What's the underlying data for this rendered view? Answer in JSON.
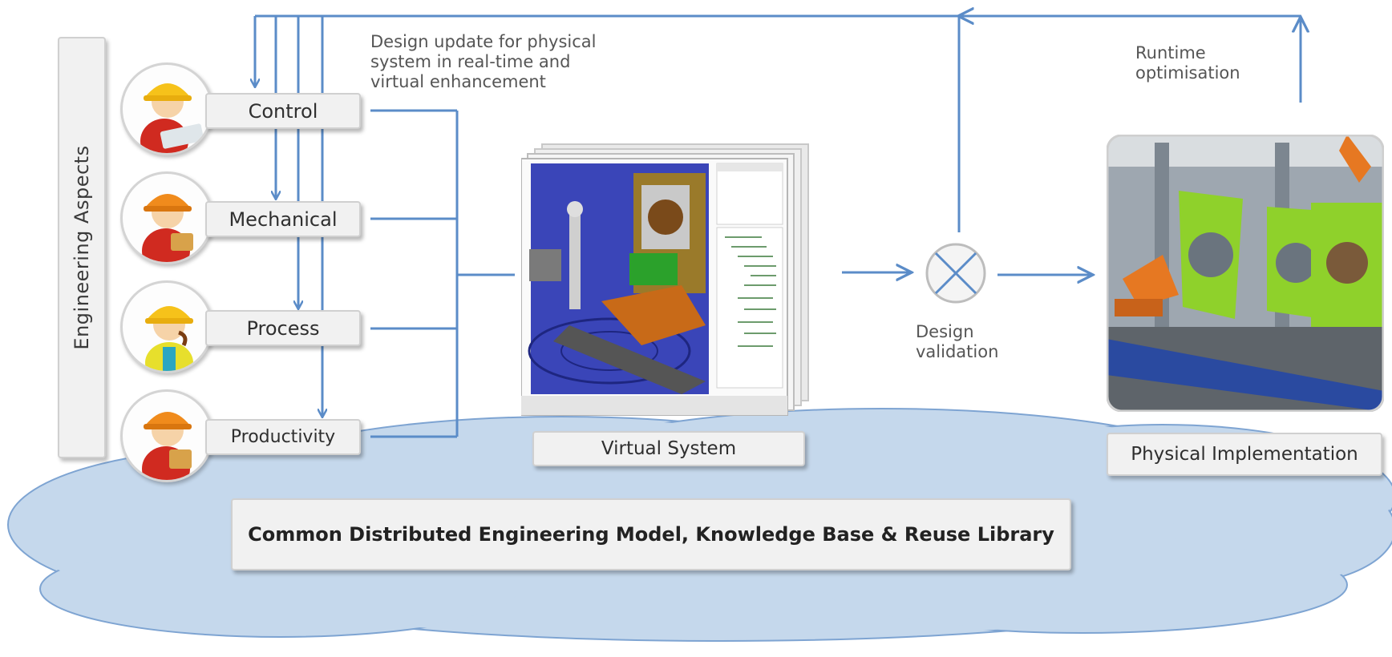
{
  "side_label": "Engineering Aspects",
  "aspects": [
    {
      "label": "Control"
    },
    {
      "label": "Mechanical"
    },
    {
      "label": "Process"
    },
    {
      "label": "Productivity"
    }
  ],
  "notes": {
    "design_update": [
      "Design update for physical",
      "system in real-time and",
      "virtual enhancement"
    ],
    "runtime": [
      "Runtime",
      "optimisation"
    ],
    "validation": [
      "Design",
      "validation"
    ]
  },
  "virtual_system_label": "Virtual System",
  "physical_label": "Physical Implementation",
  "bottom_label": "Common Distributed Engineering Model, Knowledge Base & Reuse Library",
  "colors": {
    "arrow": "#5b8cc8",
    "cloud_fill": "#c5d8ec",
    "cloud_stroke": "#7ea4d2",
    "box_fill": "#f1f1f1",
    "helmet_yellow": "#f6c21a",
    "helmet_orange": "#f08b1c",
    "shirt_red": "#d02a20",
    "vest_yellow": "#e7df2c",
    "robot_orange": "#e67822",
    "fixture_green": "#8fd12b",
    "screen_blue": "#3a45b8"
  }
}
